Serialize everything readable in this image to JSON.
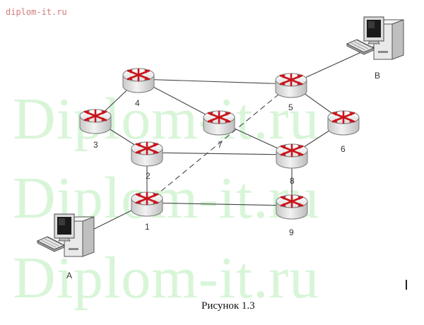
{
  "site_mark": "diplom-it.ru",
  "watermark": "Diplom-it.ru",
  "caption": "Рисунок 1.3",
  "colors": {
    "link": "#444444",
    "arrow": "#c8151b",
    "router_body": "#e6e6e6",
    "router_top": "#f4f4f4",
    "watermark": "#d8f5d8"
  },
  "routers": [
    {
      "id": "1",
      "label": "1"
    },
    {
      "id": "2",
      "label": "2"
    },
    {
      "id": "3",
      "label": "3"
    },
    {
      "id": "4",
      "label": "4"
    },
    {
      "id": "5",
      "label": "5"
    },
    {
      "id": "6",
      "label": "6"
    },
    {
      "id": "7",
      "label": "7"
    },
    {
      "id": "8",
      "label": "8"
    },
    {
      "id": "9",
      "label": "9"
    }
  ],
  "computers": [
    {
      "id": "A",
      "label": "A",
      "icon": "desktop-computer-icon"
    },
    {
      "id": "B",
      "label": "B",
      "icon": "desktop-computer-icon"
    }
  ],
  "links": [
    {
      "from": "A",
      "to": "1",
      "style": "solid"
    },
    {
      "from": "1",
      "to": "9",
      "style": "solid"
    },
    {
      "from": "1",
      "to": "5",
      "style": "dashed"
    },
    {
      "from": "1",
      "to": "2",
      "style": "solid"
    },
    {
      "from": "2",
      "to": "3",
      "style": "solid"
    },
    {
      "from": "2",
      "to": "8",
      "style": "solid"
    },
    {
      "from": "3",
      "to": "4",
      "style": "solid"
    },
    {
      "from": "4",
      "to": "5",
      "style": "solid"
    },
    {
      "from": "4",
      "to": "7",
      "style": "solid"
    },
    {
      "from": "7",
      "to": "8",
      "style": "solid"
    },
    {
      "from": "5",
      "to": "6",
      "style": "solid"
    },
    {
      "from": "6",
      "to": "8",
      "style": "solid"
    },
    {
      "from": "8",
      "to": "9",
      "style": "solid"
    },
    {
      "from": "5",
      "to": "B",
      "style": "solid"
    }
  ]
}
